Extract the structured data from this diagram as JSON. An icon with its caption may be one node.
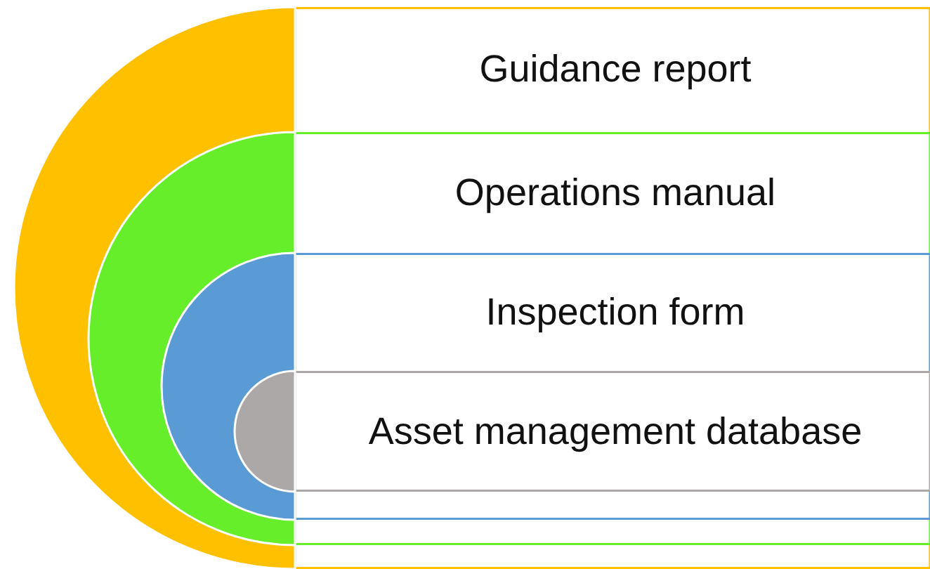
{
  "diagram": {
    "nodes": [
      {
        "text": [
          "Guidance report"
        ]
      },
      {
        "text": [
          "Operations manual"
        ],
        "in": 0
      },
      {
        "text": [
          "Inspection form"
        ],
        "in": 1
      },
      {
        "text": [
          "Asset management database"
        ],
        "in": 2
      }
    ]
  }
}
